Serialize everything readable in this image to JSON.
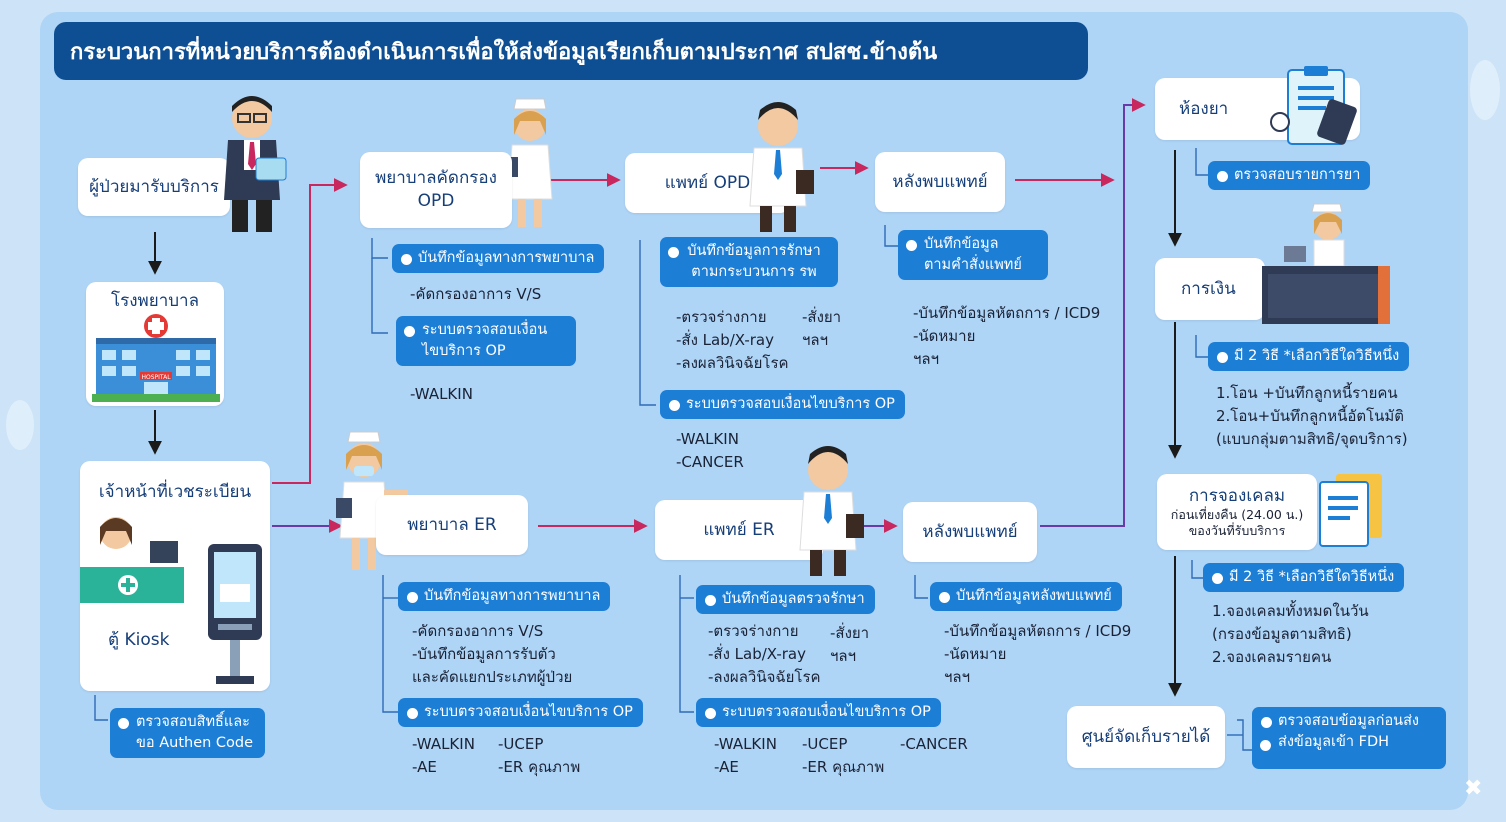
{
  "title": "กระบวนการที่หน่วยบริการต้องดำเนินการเพื่อให้ส่งข้อมูลเรียกเก็บตามประกาศ สปสช.ข้างต้น",
  "left": {
    "patient": "ผู้ป่วยมารับบริการ",
    "hospital": "โรงพยาบาล",
    "hospital_sign": "HOSPITAL",
    "registrar": "เจ้าหน้าที่เวชระเบียน",
    "kiosk": "ตู้ Kiosk",
    "pill_l1": "ตรวจสอบสิทธิ์และ",
    "pill_l2": "ขอ Authen Code"
  },
  "opd": {
    "nurse_l1": "พยาบาลคัดกรอง",
    "nurse_l2": "OPD",
    "pill_nurse": "บันทึกข้อมูลทางการพยาบาล",
    "nurse_items": [
      "-คัดกรองอาการ V/S"
    ],
    "pill_check_l1": "ระบบตรวจสอบเงื่อน",
    "pill_check_l2": "ไขบริการ OP",
    "check_items": [
      "-WALKIN"
    ],
    "doctor": "แพทย์ OPD",
    "pill_doc_l1": "บันทึกข้อมูลการรักษา",
    "pill_doc_l2": "ตามกระบวนการ รพ",
    "doc_col1": [
      "-ตรวจร่างกาย",
      "-สั่ง Lab/X-ray",
      "-ลงผลวินิจฉัยโรค"
    ],
    "doc_col2": [
      "-สั่งยา",
      "ฯลฯ"
    ],
    "pill_doc_check": "ระบบตรวจสอบเงื่อนไขบริการ OP",
    "doc_check_items": [
      "-WALKIN",
      "-CANCER"
    ],
    "after": "หลังพบแพทย์",
    "pill_after_l1": "บันทึกข้อมูล",
    "pill_after_l2": "ตามคำสั่งแพทย์",
    "after_items": [
      "-บันทึกข้อมูลหัตถการ / ICD9",
      "-นัดหมาย",
      "ฯลฯ"
    ]
  },
  "er": {
    "nurse": "พยาบาล ER",
    "pill_nurse": "บันทึกข้อมูลทางการพยาบาล",
    "nurse_items": [
      "-คัดกรองอาการ V/S",
      "-บันทึกข้อมูลการรับตัว",
      "และคัดแยกประเภทผู้ป่วย"
    ],
    "pill_check": "ระบบตรวจสอบเงื่อนไขบริการ OP",
    "check_col1": [
      "-WALKIN",
      "-AE"
    ],
    "check_col2": [
      "-UCEP",
      "-ER คุณภาพ"
    ],
    "doctor": "แพทย์ ER",
    "pill_doc": "บันทึกข้อมูลตรวจรักษา",
    "doc_col1": [
      "-ตรวจร่างกาย",
      "-สั่ง Lab/X-ray",
      "-ลงผลวินิจฉัยโรค"
    ],
    "doc_col2": [
      "-สั่งยา",
      "ฯลฯ"
    ],
    "pill_doc_check": "ระบบตรวจสอบเงื่อนไขบริการ OP",
    "doc_check_col1": [
      "-WALKIN",
      "-AE"
    ],
    "doc_check_col2": [
      "-UCEP",
      "-ER คุณภาพ"
    ],
    "doc_check_col3": [
      "-CANCER"
    ],
    "after": "หลังพบแพทย์",
    "pill_after": "บันทึกข้อมูลหลังพบแพทย์",
    "after_items": [
      "-บันทึกข้อมูลหัตถการ / ICD9",
      "-นัดหมาย",
      "ฯลฯ"
    ]
  },
  "right": {
    "pharmacy": "ห้องยา",
    "pill_pharmacy": "ตรวจสอบรายการยา",
    "finance": "การเงิน",
    "pill_finance": "มี 2 วิธี   *เลือกวิธีใดวิธีหนึ่ง",
    "finance_items": [
      "1.โอน +บันทึกลูกหนี้รายคน",
      "2.โอน+บันทึกลูกหนี้อัตโนมัติ",
      "  (แบบกลุ่มตามสิทธิ/จุดบริการ)"
    ],
    "claim_title": "การจองเคลม",
    "claim_sub1": "ก่อนเที่ยงคืน (24.00 น.)",
    "claim_sub2": "ของวันที่รับบริการ",
    "pill_claim": "มี 2 วิธี   *เลือกวิธีใดวิธีหนึ่ง",
    "claim_items": [
      "1.จองเคลมทั้งหมดในวัน",
      "  (กรองข้อมูลตามสิทธิ)",
      "2.จองเคลมรายคน"
    ],
    "revenue": "ศูนย์จัดเก็บรายได้",
    "pill_rev1": "ตรวจสอบข้อมูลก่อนส่ง",
    "pill_rev2": "ส่งข้อมูลเข้า FDH"
  },
  "colors": {
    "title_bg": "#0e4f93",
    "pill": "#1d7ed6",
    "frame": "#aed4f6",
    "arrow_red": "#c8285e",
    "arrow_black": "#1a1a1a"
  }
}
